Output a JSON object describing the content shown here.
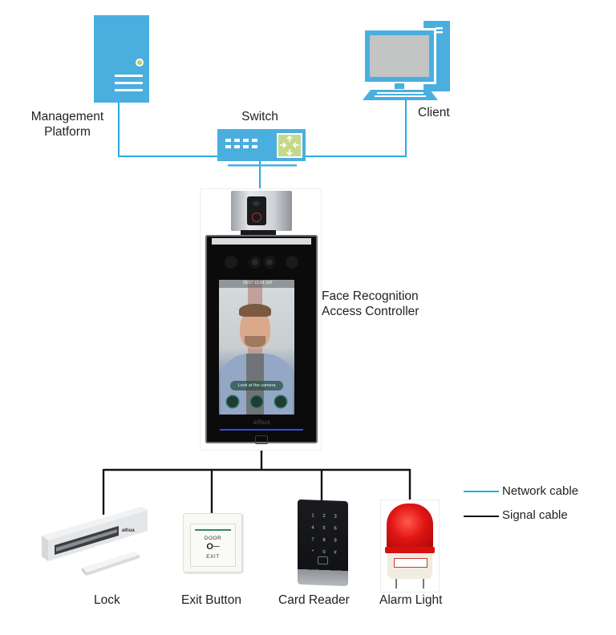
{
  "title": "Face Recognition Access Controller network topology",
  "colors": {
    "network_cable": "#29abe2",
    "signal_cable": "#111111",
    "device_blue": "#4aaedf",
    "accent_green": "#c5d98a"
  },
  "nodes": {
    "management_platform": {
      "line1": "Management",
      "line2": "Platform",
      "icon": "server-icon"
    },
    "switch": {
      "label": "Switch",
      "icon": "network-switch-icon"
    },
    "client": {
      "label": "Client",
      "icon": "desktop-computer-icon"
    },
    "controller": {
      "line1": "Face Recognition",
      "line2": "Access Controller",
      "screen_status_time": "06/17 13:24 SAT",
      "screen_prompt": "Look at the camera",
      "brand": "alhua"
    },
    "lock": {
      "label": "Lock",
      "brand": "alhua"
    },
    "exit_button": {
      "label": "Exit Button",
      "top_text": "DOOR",
      "bottom_text": "EXIT"
    },
    "card_reader": {
      "label": "Card Reader",
      "keys": [
        "1",
        "2",
        "3",
        "4",
        "5",
        "6",
        "7",
        "8",
        "9",
        "*",
        "0",
        "#"
      ]
    },
    "alarm_light": {
      "label": "Alarm Light"
    }
  },
  "legend": [
    {
      "label": "Network cable",
      "type": "network"
    },
    {
      "label": "Signal cable",
      "type": "signal"
    }
  ]
}
